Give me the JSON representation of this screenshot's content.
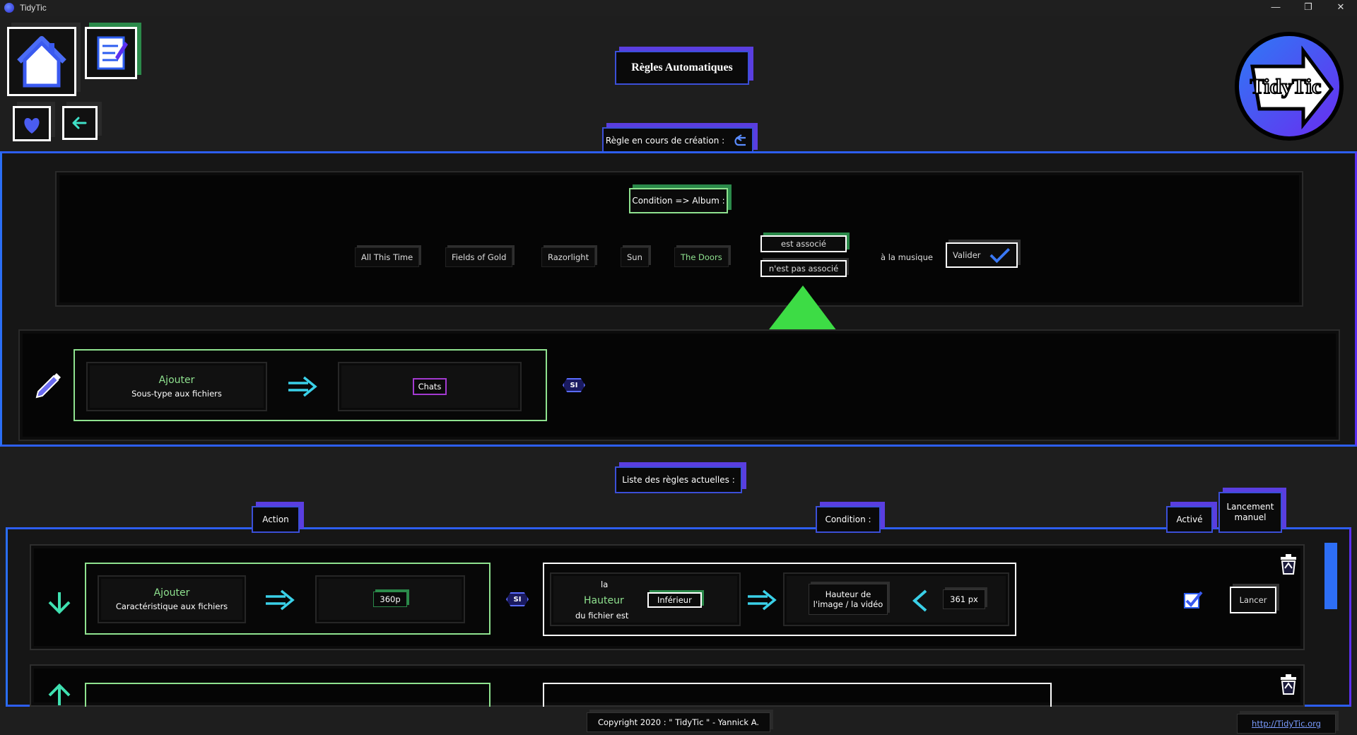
{
  "window": {
    "title": "TidyTic",
    "min": "—",
    "max": "❐",
    "close": "✕"
  },
  "page_title": "Règles Automatiques",
  "logo_text": "TidyTic",
  "creation": {
    "header": "Règle en cours de création :",
    "condition_title": "Condition => Album :",
    "albums": [
      "All This Time",
      "Fields of Gold",
      "Razorlight",
      "Sun",
      "The Doors"
    ],
    "assoc_options": [
      "est associé",
      "n'est pas associé"
    ],
    "suffix": "à la musique",
    "validate": "Valider",
    "action_verb": "Ajouter",
    "action_target": "Sous-type aux fichiers",
    "action_value": "Chats",
    "si_badge": "SI"
  },
  "list": {
    "header": "Liste des règles actuelles :",
    "col_action": "Action",
    "col_condition": "Condition :",
    "col_active": "Activé",
    "col_manual": "Lancement manuel",
    "rule1": {
      "verb": "Ajouter",
      "target": "Caractéristique aux fichiers",
      "value": "360p",
      "si": "SI",
      "cond_the": "la",
      "cond_field": "Hauteur",
      "cond_suffix": "du fichier est",
      "operator": "Inférieur",
      "compare_field": "Hauteur de l'image / la vidéo",
      "compare_value": "361 px",
      "launch": "Lancer"
    }
  },
  "footer": {
    "copyright": "Copyright 2020 : \" TidyTic \" - Yannick A.",
    "url": "http://TidyTic.org"
  },
  "colors": {
    "accent_blue": "#2d5ef0",
    "accent_purple": "#5b2ff0",
    "green": "#8fe28f",
    "arrow_green": "#3ddc45"
  }
}
